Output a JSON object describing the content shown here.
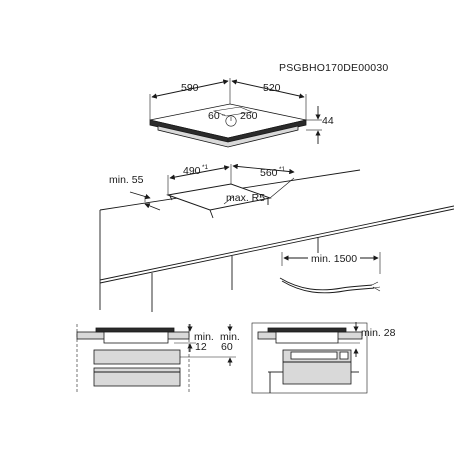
{
  "code": "PSGBHO170DE00030",
  "top_view": {
    "width": "590",
    "depth": "520",
    "height": "44",
    "offset_side": "60",
    "offset_front": "260",
    "wiring_symbol": "⏻"
  },
  "cutout": {
    "min_front": "min. 55",
    "width": "490",
    "depth": "560",
    "footnote_mark": "*1",
    "radius": "max. R5"
  },
  "cable": {
    "length": "min. 1500"
  },
  "section_left": {
    "min_a_label": "min.",
    "min_a_value": "12",
    "min_b_label": "min.",
    "min_b_value": "60"
  },
  "section_right": {
    "min_label": "min. 28"
  }
}
